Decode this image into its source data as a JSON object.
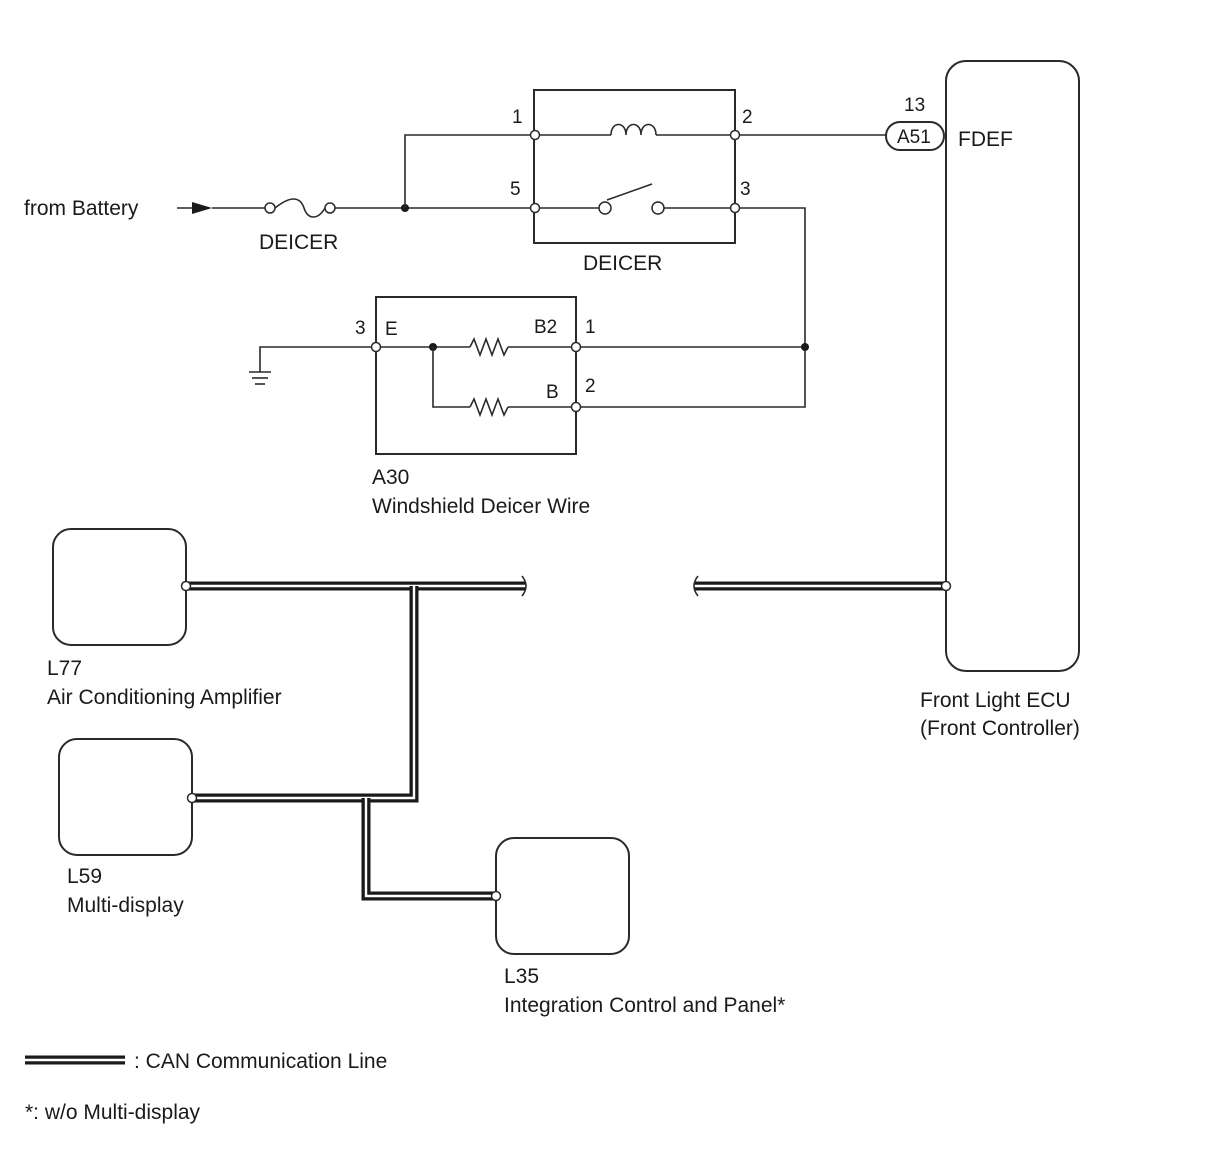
{
  "battery": {
    "label": "from Battery"
  },
  "fuse": {
    "label": "DEICER"
  },
  "relay": {
    "label": "DEICER",
    "pins": {
      "p1": "1",
      "p2": "2",
      "p3": "3",
      "p5": "5"
    }
  },
  "deicer_wire": {
    "code": "A30",
    "name": "Windshield Deicer Wire",
    "pins": {
      "p1": "1",
      "p2": "2",
      "p3": "3"
    },
    "terminals": {
      "e": "E",
      "b2": "B2",
      "b": "B"
    }
  },
  "front_ecu": {
    "connector": "A51",
    "pin": "13",
    "terminal": "FDEF",
    "name_line1": "Front Light ECU",
    "name_line2": "(Front Controller)"
  },
  "ac_amp": {
    "code": "L77",
    "name": "Air Conditioning Amplifier"
  },
  "multi_display": {
    "code": "L59",
    "name": "Multi-display"
  },
  "integration_panel": {
    "code": "L35",
    "name": "Integration Control and Panel*"
  },
  "legend": {
    "can_label": ": CAN Communication Line",
    "footnote": "*: w/o Multi-display"
  }
}
